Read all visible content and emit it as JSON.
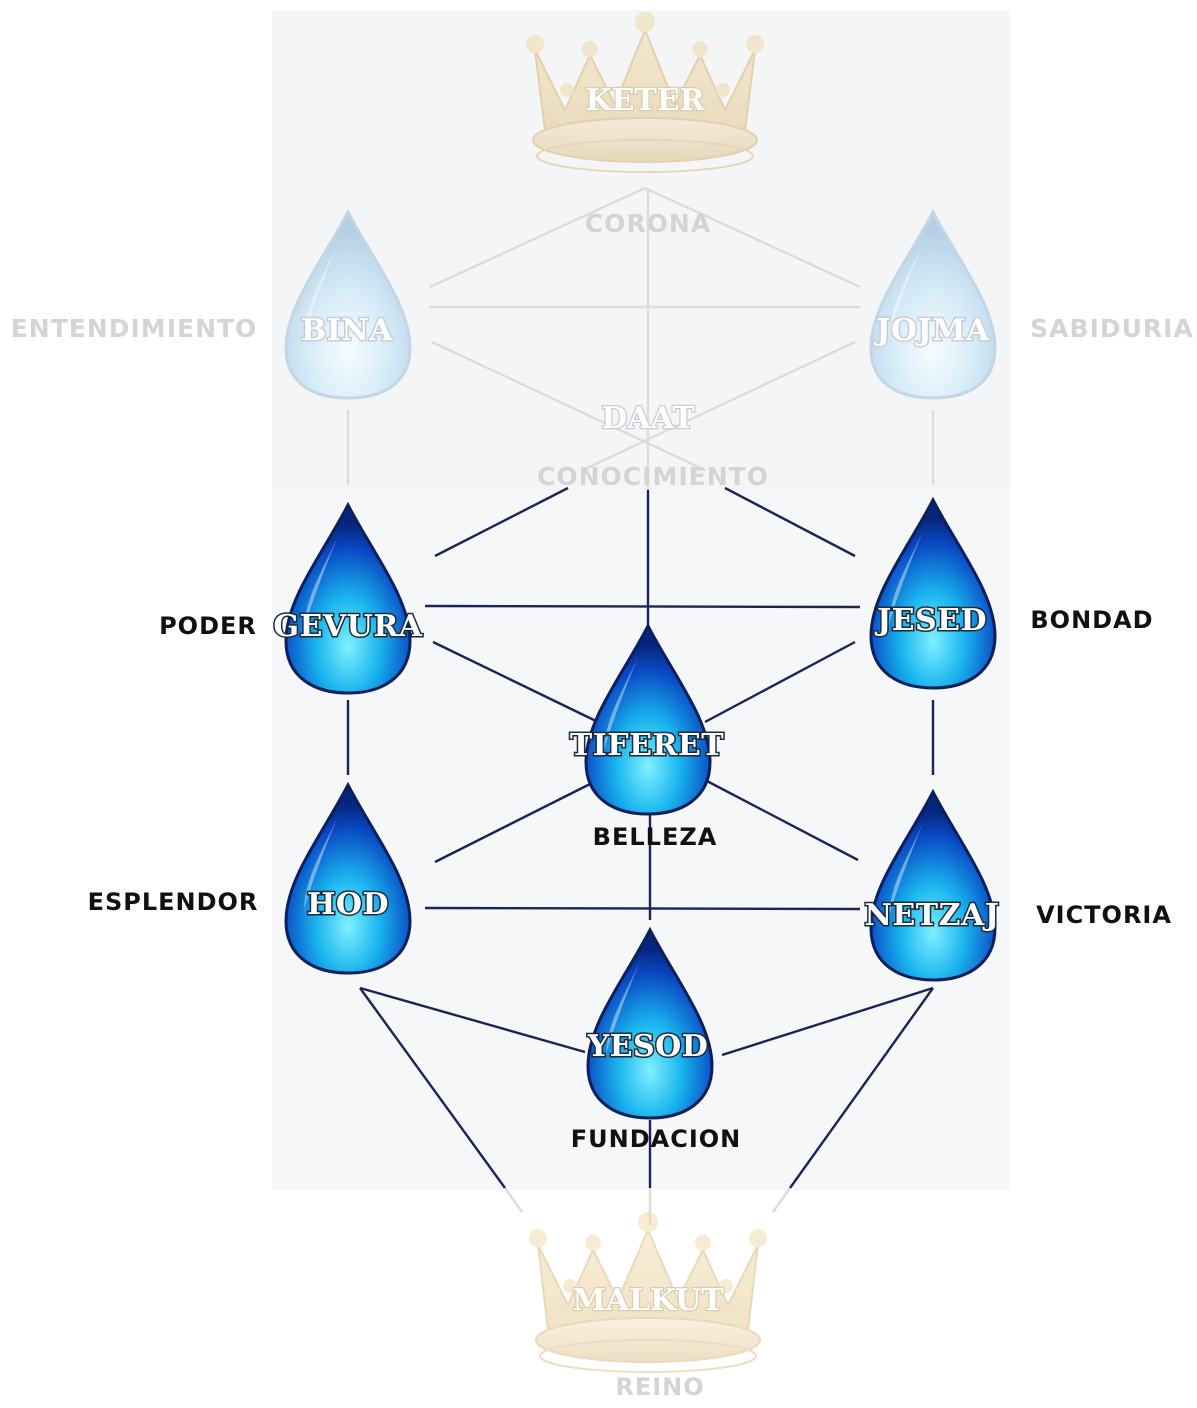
{
  "keter": {
    "name": "KETER",
    "meaning": "CORONA"
  },
  "bina": {
    "name": "BINA",
    "meaning": "ENTENDIMIENTO"
  },
  "jojma": {
    "name": "JOJMA",
    "meaning": "SABIDURIA"
  },
  "daat": {
    "name": "DAAT",
    "meaning": "CONOCIMIENTO"
  },
  "gevura": {
    "name": "GEVURA",
    "meaning": "PODER"
  },
  "jesed": {
    "name": "JESED",
    "meaning": "BONDAD"
  },
  "tiferet": {
    "name": "TIFERET",
    "meaning": "BELLEZA"
  },
  "hod": {
    "name": "HOD",
    "meaning": "ESPLENDOR"
  },
  "netzaj": {
    "name": "NETZAJ",
    "meaning": "VICTORIA"
  },
  "yesod": {
    "name": "YESOD",
    "meaning": "FUNDACION"
  },
  "malkut": {
    "name": "MALKUT",
    "meaning": "REINO"
  },
  "colors": {
    "drop_dark": "#0a2d8f",
    "drop_light": "#3fd0f5",
    "connector": "#20205a",
    "crown_gold": "#e6c48a"
  }
}
